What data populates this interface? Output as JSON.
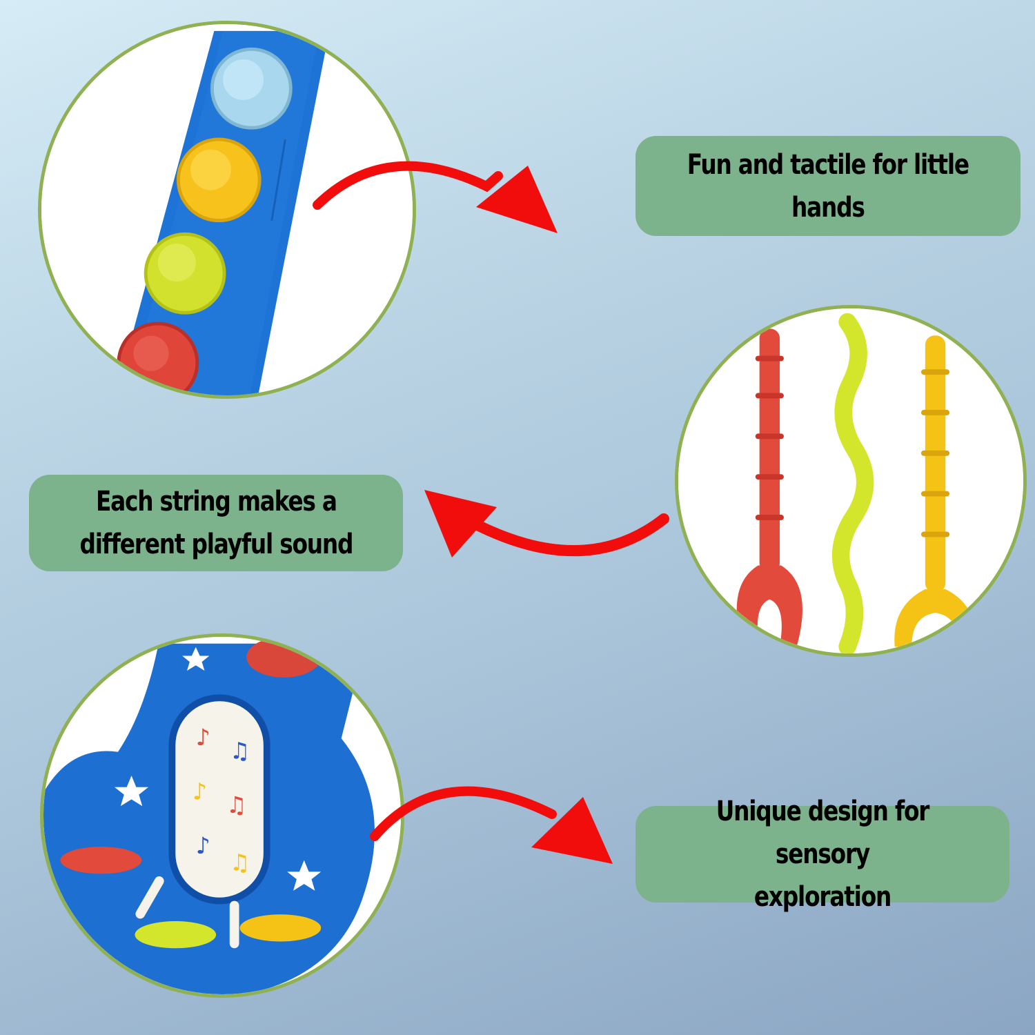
{
  "features": [
    {
      "label": "Fun and tactile for little\nhands"
    },
    {
      "label": "Each string makes a\ndifferent playful sound"
    },
    {
      "label": "Unique design for sensory\nexploration"
    }
  ],
  "colors": {
    "arrow": "#f20d0d",
    "label_bg": "#7cb38c",
    "circle_border": "#8fb152",
    "toy_blue": "#1a6fd4"
  },
  "icons": [
    "pop-bubbles-closeup",
    "silicone-strings-closeup",
    "guitar-toy-closeup",
    "red-curved-arrow-icon"
  ]
}
